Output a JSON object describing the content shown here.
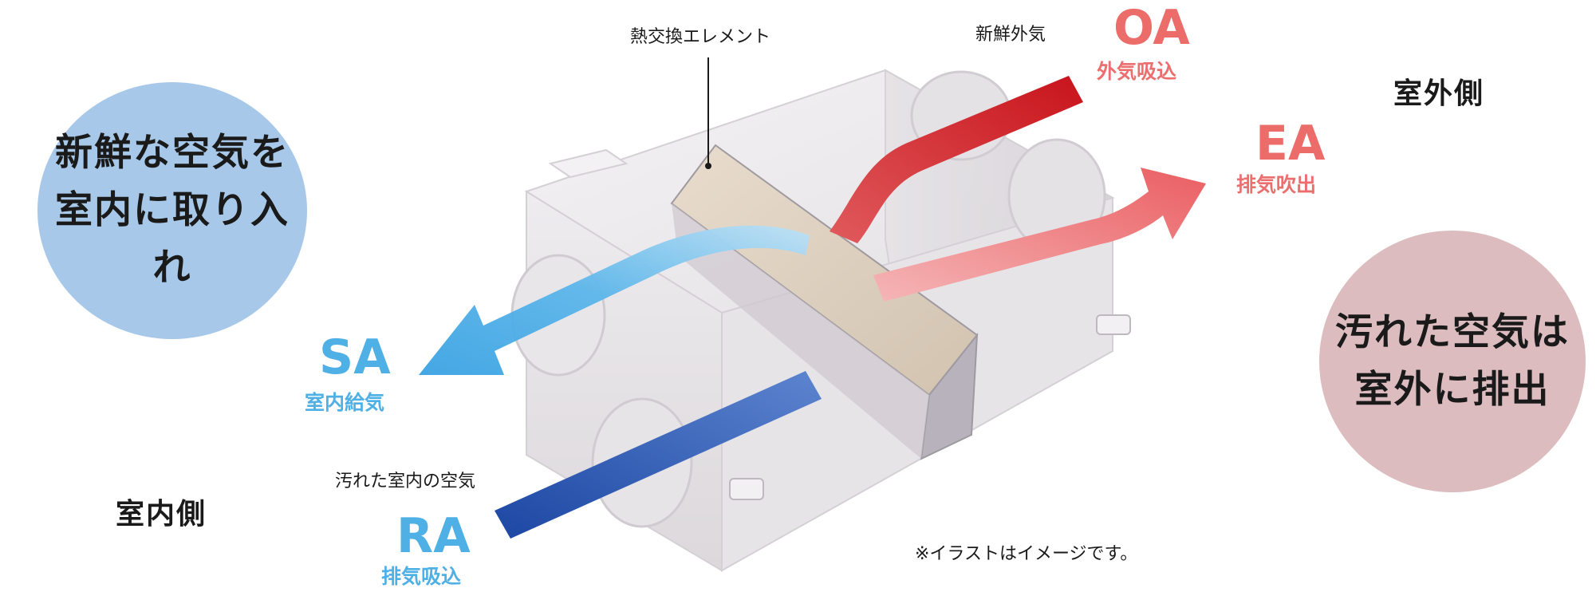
{
  "circles": {
    "indoor": {
      "line1": "新鮮な空気を",
      "line2": "室内に取り入れ"
    },
    "outdoor": {
      "line1": "汚れた空気は",
      "line2": "室外に排出"
    }
  },
  "sides": {
    "indoor": "室内側",
    "outdoor": "室外側"
  },
  "element_label": "熱交換エレメント",
  "flows": {
    "oa": {
      "code": "OA",
      "sub": "外気吸込",
      "caption": "新鮮外気"
    },
    "ea": {
      "code": "EA",
      "sub": "排気吹出"
    },
    "sa": {
      "code": "SA",
      "sub": "室内給気"
    },
    "ra": {
      "code": "RA",
      "sub": "排気吸込",
      "caption": "汚れた室内の空気"
    }
  },
  "footnote": "※イラストはイメージです。",
  "colors": {
    "indoor_circle": "#a7c8e9",
    "outdoor_circle": "#dcbcbf",
    "supply_blue": "#4fb0e6",
    "return_blue": "#1f4fa8",
    "outdoor_red": "#c9151c",
    "exhaust_pink": "#ec6c6a"
  }
}
